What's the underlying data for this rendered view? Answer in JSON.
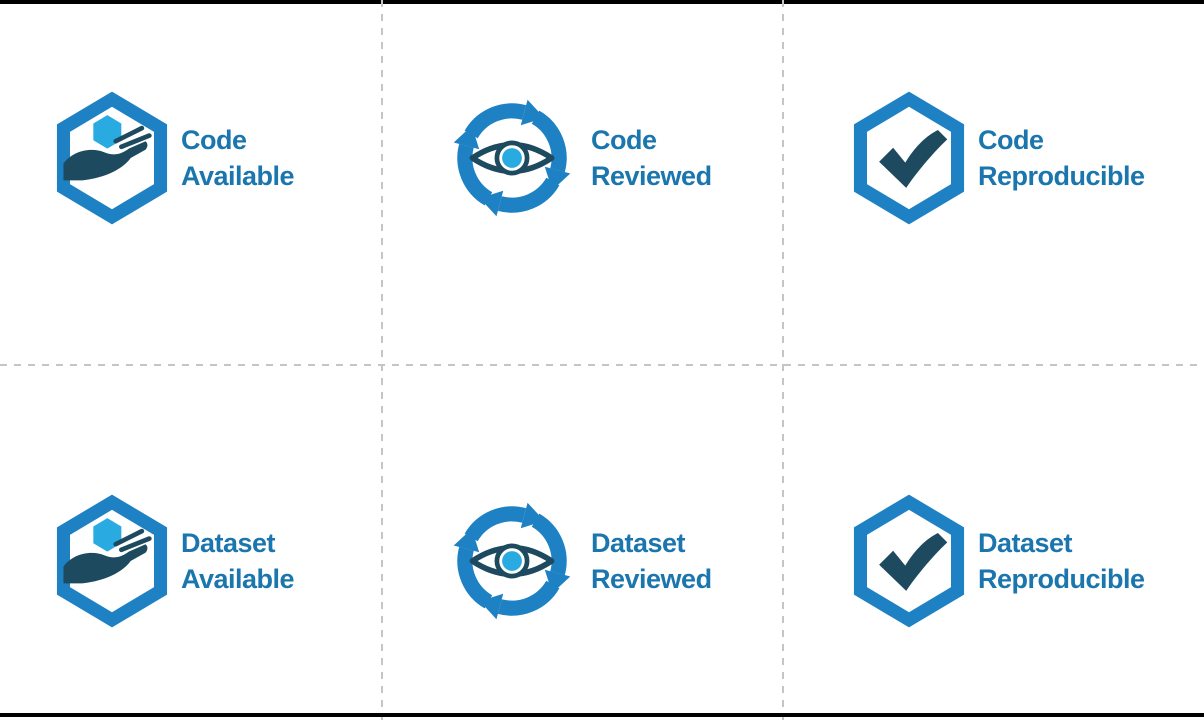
{
  "colors": {
    "badge_blue": "#1d81c4",
    "accent_light_blue": "#29abe2",
    "dark_navy": "#1d4a5f",
    "text_blue": "#1b76ae",
    "grid_dash": "#c5c5c5",
    "bar_black": "#000000"
  },
  "badges": [
    {
      "id": "code-available",
      "line1": "Code",
      "line2": "Available",
      "icon": "hand-holding-hexagon-icon",
      "icon_ref": "#icon-available"
    },
    {
      "id": "code-reviewed",
      "line1": "Code",
      "line2": "Reviewed",
      "icon": "cycle-arrows-eye-icon",
      "icon_ref": "#icon-reviewed"
    },
    {
      "id": "code-reproducible",
      "line1": "Code",
      "line2": "Reproducible",
      "icon": "hexagon-checkmark-icon",
      "icon_ref": "#icon-reproducible"
    },
    {
      "id": "dataset-available",
      "line1": "Dataset",
      "line2": "Available",
      "icon": "hand-holding-hexagon-icon",
      "icon_ref": "#icon-available"
    },
    {
      "id": "dataset-reviewed",
      "line1": "Dataset",
      "line2": "Reviewed",
      "icon": "cycle-arrows-eye-icon",
      "icon_ref": "#icon-reviewed"
    },
    {
      "id": "dataset-reproducible",
      "line1": "Dataset",
      "line2": "Reproducible",
      "icon": "hexagon-checkmark-icon",
      "icon_ref": "#icon-reproducible"
    }
  ]
}
